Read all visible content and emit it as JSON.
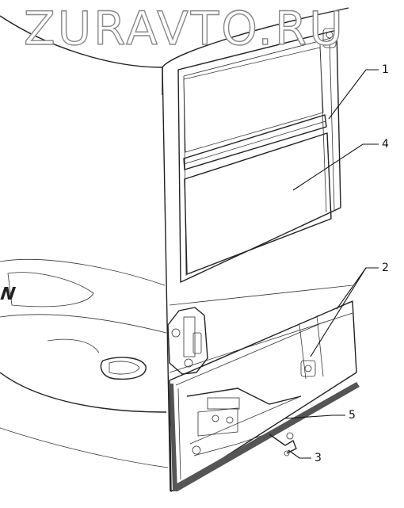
{
  "watermark": "ZURAVTO.RU",
  "body_emblem": "LAN",
  "callouts": [
    {
      "number": "1"
    },
    {
      "number": "4"
    },
    {
      "number": "2"
    },
    {
      "number": "5"
    },
    {
      "number": "3"
    }
  ],
  "colors": {
    "line": "#222222",
    "shade": "#cfcfcf",
    "watermark_fill": "#ffffff",
    "watermark_stroke": "#888888"
  }
}
